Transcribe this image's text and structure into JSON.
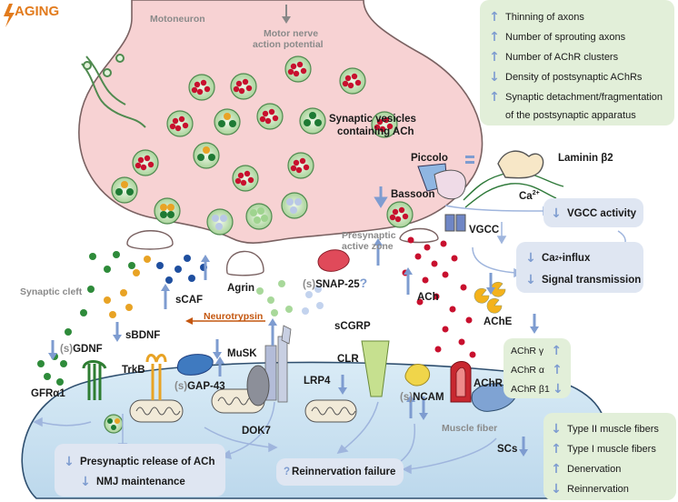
{
  "header": {
    "aging": "AGING"
  },
  "labels": {
    "motoneuron": "Motoneuron",
    "motor_nerve": "Motor nerve",
    "action_potential": "action potential",
    "vesicles_line1": "Synaptic vesicles",
    "vesicles_line2": "containing ACh",
    "piccolo": "Piccolo",
    "bassoon": "Bassoon",
    "laminin": "Laminin β2",
    "ca": "Ca",
    "ca_sup": "2+",
    "vgcc": "VGCC",
    "presynaptic_line1": "Presynaptic",
    "presynaptic_line2": "active zone",
    "synaptic_cleft": "Synaptic cleft",
    "agrin": "Agrin",
    "scaf": "sCAF",
    "snap25_prefix": "(s)",
    "snap25": "SNAP-25",
    "snap25_q": "?",
    "ach": "ACh",
    "ache": "AChE",
    "neurotrypsin": "Neurotrypsin",
    "sbdnf": "sBDNF",
    "gdnf_prefix": "(s)",
    "gdnf": "GDNF",
    "trkb": "TrkB",
    "gfra1": "GFRα1",
    "gap43_prefix": "(s)",
    "gap43": "GAP-43",
    "musk": "MuSK",
    "lrp4": "LRP4",
    "dok7": "DOK7",
    "scgrp": "sCGRP",
    "clr": "CLR",
    "ncam_prefix": "(s)",
    "ncam": "NCAM",
    "achr": "AChR",
    "muscle_fiber": "Muscle fiber",
    "scs": "SCs"
  },
  "top_right_box": {
    "items": [
      {
        "dir": "up",
        "text": "Thinning of axons"
      },
      {
        "dir": "up",
        "text": "Number of sprouting axons"
      },
      {
        "dir": "up",
        "text": "Number of AChR clusters"
      },
      {
        "dir": "down",
        "text": "Density of postsynaptic AChRs"
      },
      {
        "dir": "up",
        "text": "Synaptic detachment/fragmentation"
      },
      {
        "dir": "none",
        "text": "of the postsynaptic apparatus"
      }
    ]
  },
  "vgcc_box": {
    "text": "VGCC activity"
  },
  "ca_box": {
    "line1_main": "Ca",
    "line1_sup": "2+",
    "line1_rest": " influx",
    "line2": "Signal transmission"
  },
  "achr_box": {
    "items": [
      {
        "text": "AChR γ",
        "dir": "up"
      },
      {
        "text": "AChR α",
        "dir": "up"
      },
      {
        "text": "AChR β1",
        "dir": "down"
      }
    ]
  },
  "fiber_box": {
    "items": [
      {
        "dir": "down",
        "text": "Type II muscle fibers"
      },
      {
        "dir": "up",
        "text": "Type I muscle fibers"
      },
      {
        "dir": "up",
        "text": "Denervation"
      },
      {
        "dir": "down",
        "text": "Reinnervation"
      }
    ]
  },
  "presyn_box": {
    "line1": "Presynaptic release of ACh",
    "line2": "NMJ maintenance"
  },
  "reinnervation_box": {
    "q": "?",
    "text": "Reinnervation failure"
  },
  "colors": {
    "neuron_fill": "#f7d2d3",
    "neuron_stroke": "#7a6262",
    "muscle_fill": "#cfe3f1",
    "green_box": "#e2efd9",
    "blue_box": "#dfe6f2",
    "arrow": "#7e9cd0",
    "accent_orange": "#e27b1d",
    "neurotrypsin": "#c4560e"
  }
}
